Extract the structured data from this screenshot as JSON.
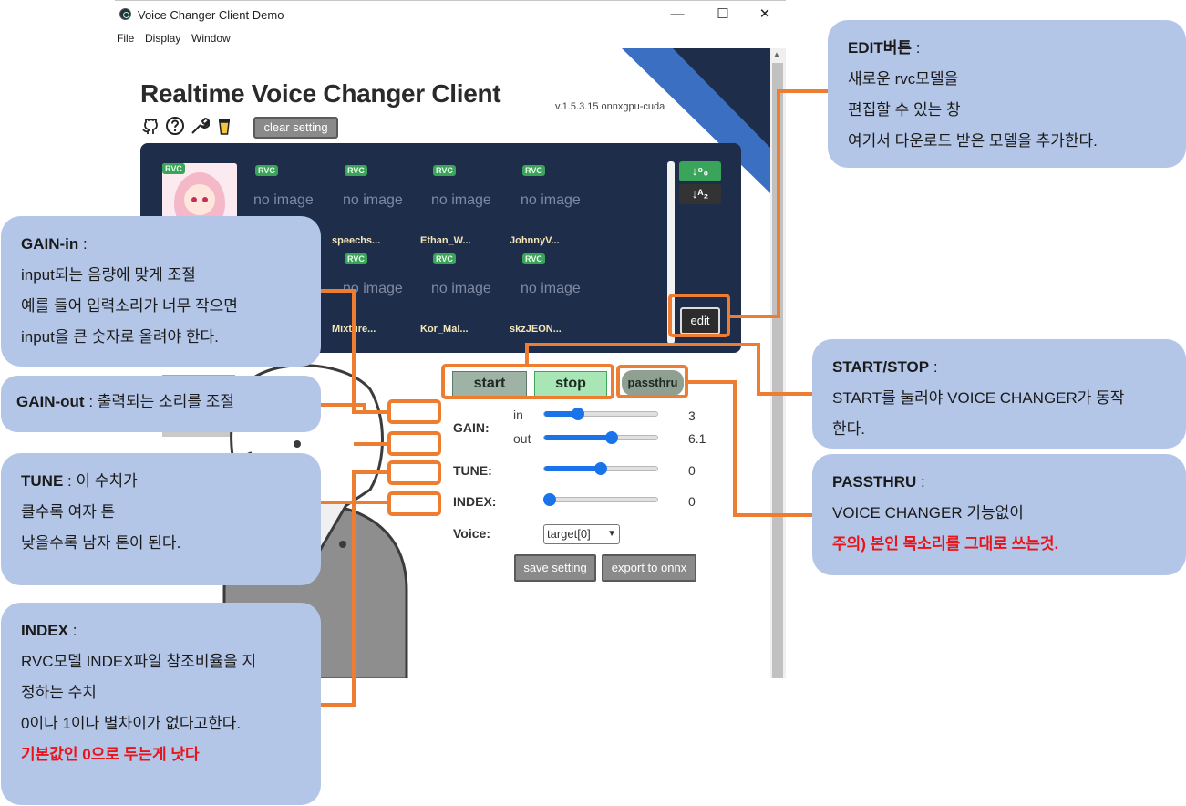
{
  "window": {
    "title": "Voice Changer Client Demo",
    "minimize": "—",
    "maximize": "☐",
    "close": "✕",
    "menu": [
      "File",
      "Display",
      "Window"
    ]
  },
  "header": {
    "title": "Realtime Voice Changer Client",
    "version": "v.1.5.3.15  onnxgpu-cuda",
    "icons": [
      "github-icon",
      "help-icon",
      "wrench-icon",
      "coffee-icon"
    ],
    "clear_setting": "clear setting"
  },
  "models": {
    "badge": "RVC",
    "no_image": "no image",
    "slots": [
      {
        "name": ""
      },
      {
        "name": "speechs..."
      },
      {
        "name": "Ethan_W..."
      },
      {
        "name": "JohnnyV..."
      },
      {
        "name": ""
      },
      {
        "name": "Mixture..."
      },
      {
        "name": "Kor_Mal..."
      },
      {
        "name": "skzJEON..."
      }
    ],
    "sort_down": "↓⁹₀",
    "sort_up": "↓ᴬ₂",
    "edit": "edit"
  },
  "controls": {
    "start": "start",
    "stop": "stop",
    "passthru": "passthru",
    "gain_label": "GAIN:",
    "gain_in_label": "in",
    "gain_out_label": "out",
    "gain_in_value": "3",
    "gain_out_value": "6.1",
    "gain_in_fraction": 0.3,
    "gain_out_fraction": 0.6,
    "tune_label": "TUNE:",
    "tune_value": "0",
    "tune_fraction": 0.5,
    "index_label": "INDEX:",
    "index_value": "0",
    "index_fraction": 0.05,
    "voice_label": "Voice:",
    "voice_selected": "target[0]",
    "save_setting": "save setting",
    "export_onnx": "export to onnx"
  },
  "callouts": {
    "gain_in": {
      "title": "GAIN-in",
      "lines": [
        "input되는 음량에 맞게 조절",
        "예를 들어 입력소리가 너무 작으면",
        "input을 큰 숫자로 올려야 한다."
      ]
    },
    "gain_out": {
      "title": "GAIN-out",
      "text": "출력되는 소리를 조절"
    },
    "tune": {
      "title": "TUNE",
      "lines": [
        "이 수치가",
        "클수록 여자 톤",
        "낮을수록 남자 톤이 된다."
      ]
    },
    "index": {
      "title": "INDEX",
      "lines": [
        "RVC모델 INDEX파일 참조비율을 지",
        "정하는 수치",
        "0이나 1이나 별차이가 없다고한다."
      ],
      "warning": "기본값인 0으로 두는게 낫다"
    },
    "edit": {
      "title": "EDIT버튼",
      "lines": [
        "새로운 rvc모델을",
        "편집할 수 있는 창",
        "여기서 다운로드 받은 모델을 추가한다."
      ]
    },
    "start_stop": {
      "title": "START/STOP",
      "lines": [
        "START를 눌러야 VOICE CHANGER가 동작",
        "한다."
      ]
    },
    "passthru": {
      "title": "PASSTHRU",
      "lines": [
        "VOICE CHANGER 기능없이"
      ],
      "warning": "주의) 본인 목소리를 그대로 쓰는것."
    }
  },
  "colors": {
    "accent_orange": "#ed7d31",
    "callout_bg": "#b4c6e7",
    "panel_bg": "#1e2d4a",
    "slider_blue": "#1a73e8",
    "warning_red": "#e8141a"
  }
}
